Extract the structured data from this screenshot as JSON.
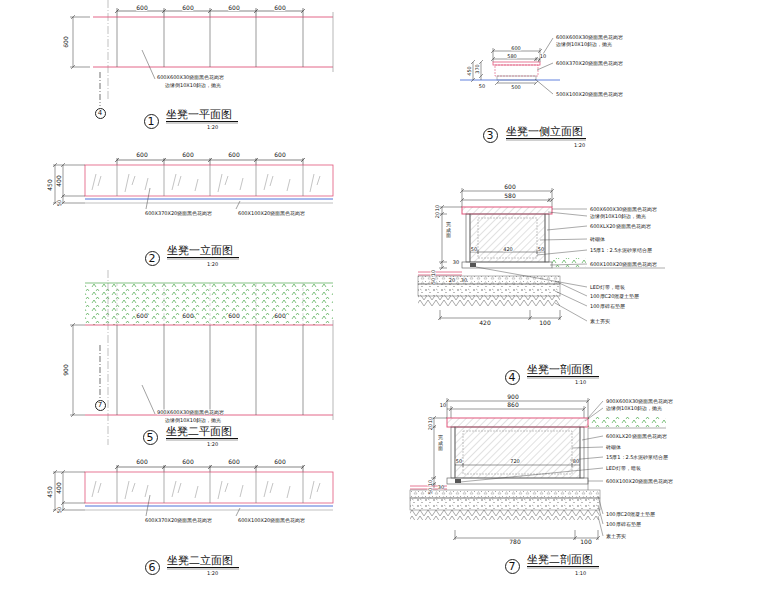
{
  "diagram": {
    "nodes": [
      {
        "text": [
          "4"
        ]
      },
      {
        "text": [
          "1"
        ]
      },
      {
        "text": [
          "3"
        ]
      },
      {
        "text": [
          "2"
        ]
      },
      {
        "text": [
          "4"
        ]
      },
      {
        "text": [
          "7"
        ]
      },
      {
        "text": [
          "5"
        ]
      },
      {
        "text": [
          "7"
        ]
      },
      {
        "text": [
          "6"
        ]
      }
    ],
    "labels": [
      "600",
      "600",
      "600",
      "600",
      "600",
      "600X600X30烧面黑色花岗岩",
      "边缘倒10X10斜边，抛光",
      "坐凳一平面图",
      "1:20",
      "600",
      "580",
      "10",
      "450",
      "370",
      "50",
      "500",
      "600X600X30烧面黑色花岗岩",
      "边缘倒10X10斜边，抛光",
      "600X370X20烧面黑色花岗岩",
      "500X100X20烧面黑色花岗岩",
      "坐凳一侧立面图",
      "1:20",
      "600",
      "600",
      "600",
      "600",
      "450",
      "400",
      "50",
      "600X370X20烧面黑色花岗岩",
      "600X100X20烧面黑色花岗岩",
      "坐凳一立面图",
      "1:20",
      "600",
      "580",
      "10",
      "20",
      "完成面",
      "50",
      "420",
      "50",
      "30",
      "10",
      "50",
      "20",
      "30",
      "420",
      "100",
      "600X600X30烧面黑色花岗岩",
      "边缘倒10X10斜边，抛光",
      "600XLX20烧面黑色花岗岩",
      "砖砌体",
      "15厚1：2.5水泥砂浆结合层",
      "600X100X20烧面黑色花岗岩",
      "LED灯带，暗装",
      "100厚C20混凝土垫层",
      "100厚碎石垫层",
      "素土夯实",
      "坐凳一剖面图",
      "1:10",
      "600",
      "600",
      "600",
      "600",
      "900",
      "900X600X30烧面黑色花岗岩",
      "边缘倒10X10斜边，抛光",
      "坐凳二平面图",
      "1:20",
      "900",
      "860",
      "10",
      "10",
      "20",
      "完成面",
      "50",
      "720",
      "80",
      "10",
      "50",
      "30",
      "780",
      "100",
      "900X600X30烧面黑色花岗岩",
      "边缘倒10X10斜边，抛光",
      "600XLX20烧面黑色花岗岩",
      "砖砌体",
      "15厚1：2.5水泥砂浆结合层",
      "LED灯带，暗装",
      "600X100X20烧面黑色花岗岩",
      "100厚C20混凝土垫层",
      "100厚碎石垫层",
      "素土夯实",
      "坐凳二剖面图",
      "1:10",
      "600",
      "600",
      "600",
      "600",
      "450",
      "400",
      "50",
      "600X370X20烧面黑色花岗岩",
      "600X100X20烧面黑色花岗岩",
      "坐凳二立面图",
      "1:20"
    ]
  }
}
